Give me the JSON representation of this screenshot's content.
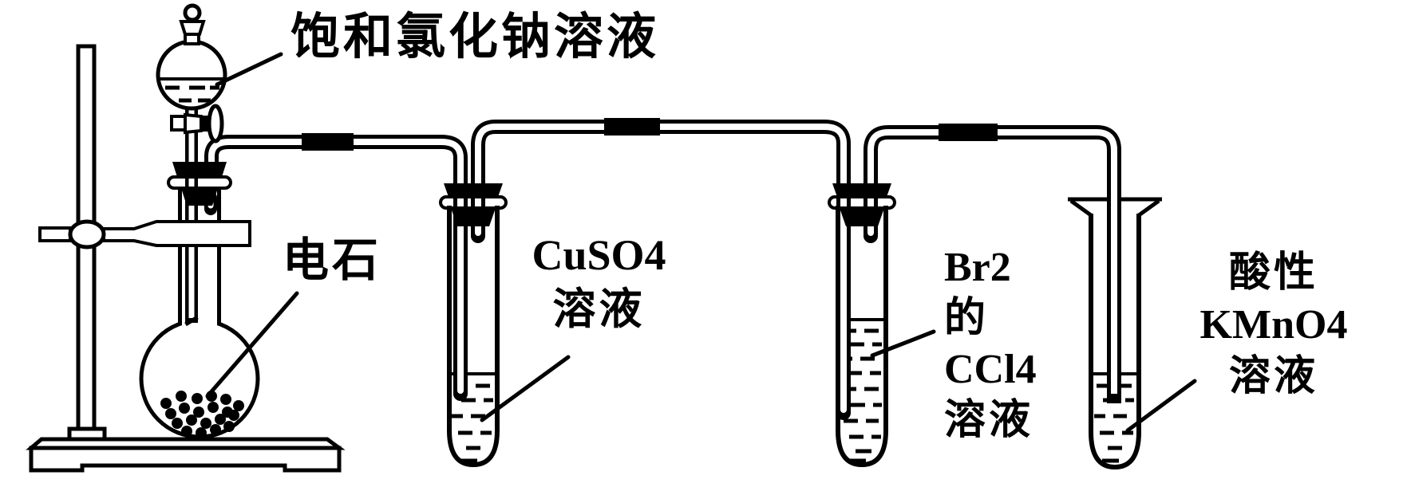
{
  "diagram": {
    "kind": "chemistry-gas-generation-and-washing-setup",
    "colors": {
      "ink": "#000000",
      "background": "#ffffff"
    }
  },
  "labels": {
    "funnel_liquid": "饱和氯化钠溶液",
    "flask_solid": "电石",
    "tube1": {
      "formula": "CuSO",
      "formula_sub": "4",
      "solution": "溶液"
    },
    "tube2": {
      "l1": "Br",
      "l1_sub": "2",
      "l2": "的",
      "l3": "CCl",
      "l3_sub": "4",
      "l4": "溶液"
    },
    "tube3": {
      "l1": "酸性",
      "l2": "KMnO",
      "l2_sub": "4",
      "l3": "溶液"
    }
  }
}
